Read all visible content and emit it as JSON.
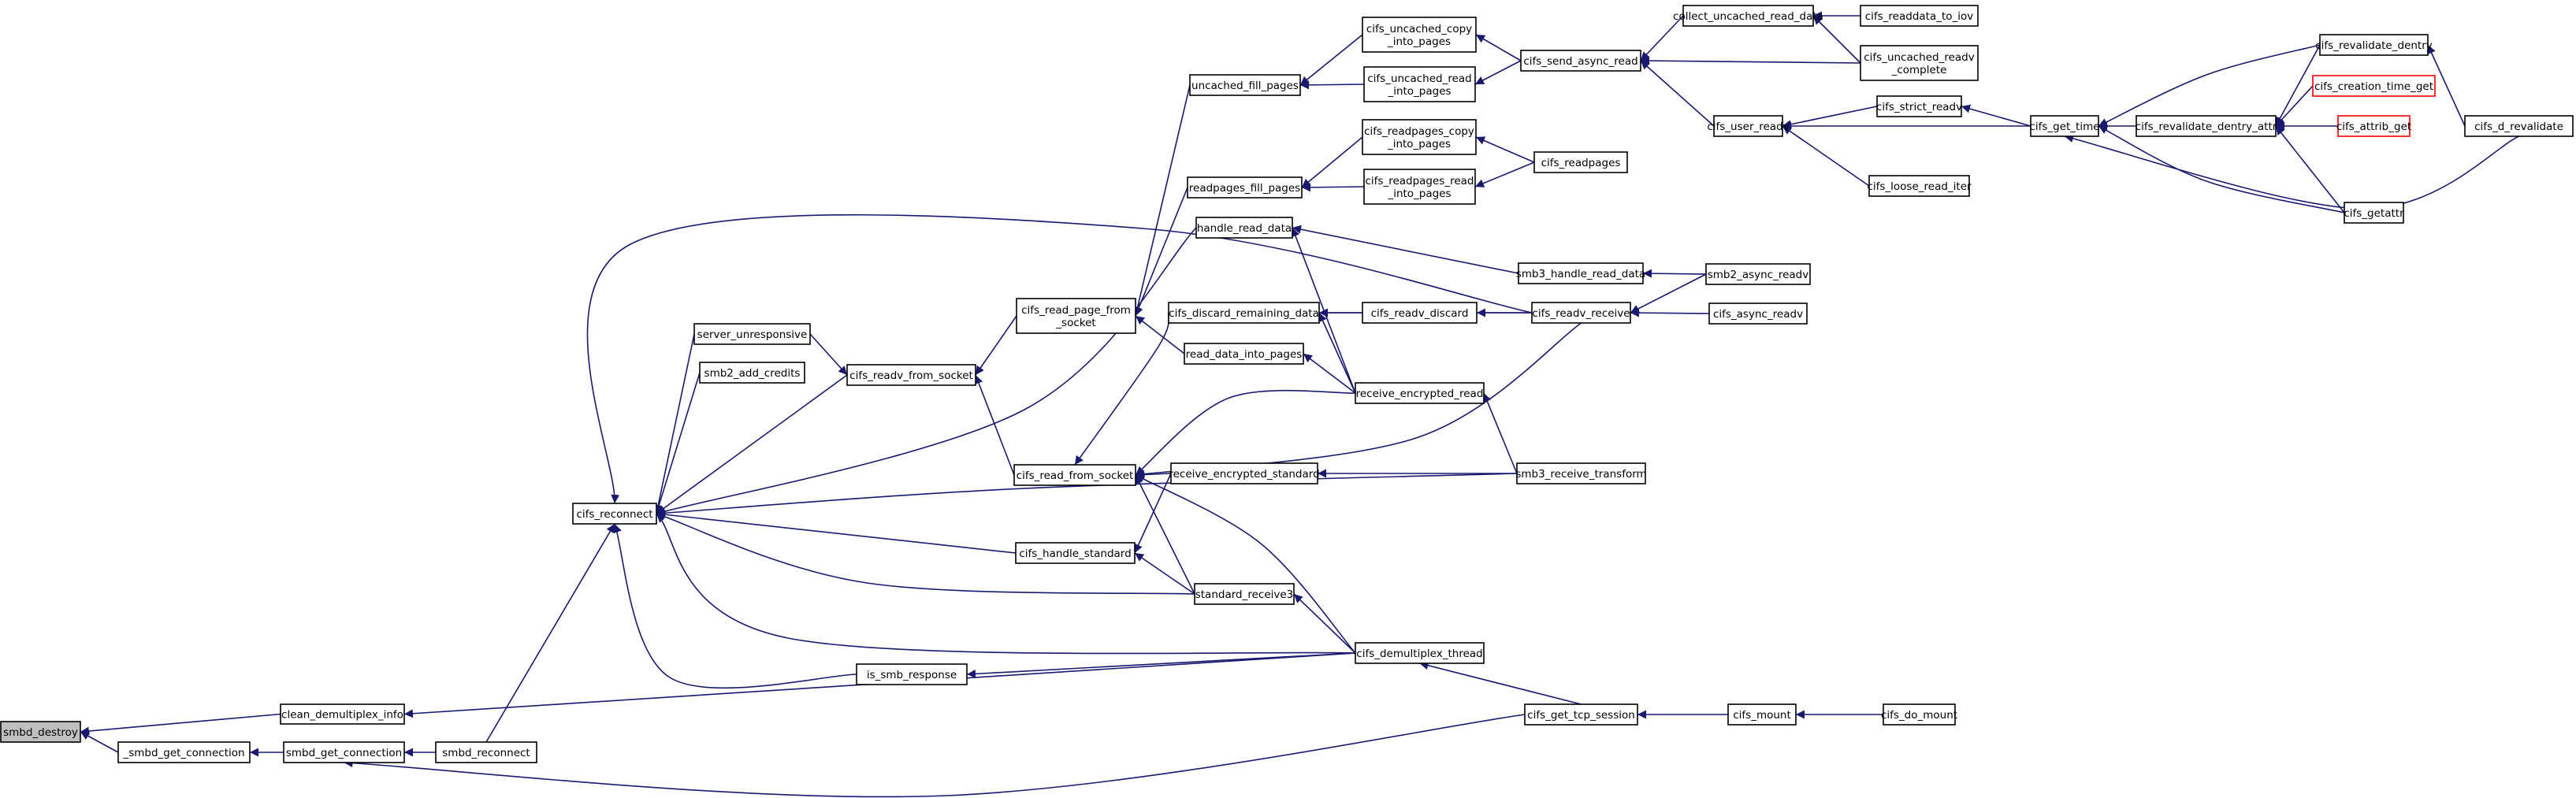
{
  "graph": {
    "nodes": [
      {
        "id": "smbd_destroy",
        "lines": [
          "smbd_destroy"
        ],
        "root": true
      },
      {
        "id": "clean_demultiplex_info",
        "lines": [
          "clean_demultiplex_info"
        ]
      },
      {
        "id": "_smbd_get_connection",
        "lines": [
          "_smbd_get_connection"
        ]
      },
      {
        "id": "smbd_get_connection",
        "lines": [
          "smbd_get_connection"
        ]
      },
      {
        "id": "smbd_reconnect",
        "lines": [
          "smbd_reconnect"
        ]
      },
      {
        "id": "cifs_reconnect",
        "lines": [
          "cifs_reconnect"
        ]
      },
      {
        "id": "server_unresponsive",
        "lines": [
          "server_unresponsive"
        ]
      },
      {
        "id": "smb2_add_credits",
        "lines": [
          "smb2_add_credits"
        ]
      },
      {
        "id": "cifs_readv_from_socket",
        "lines": [
          "cifs_readv_from_socket"
        ]
      },
      {
        "id": "is_smb_response",
        "lines": [
          "is_smb_response"
        ]
      },
      {
        "id": "cifs_read_page_from_socket",
        "lines": [
          "cifs_read_page_from",
          "_socket"
        ]
      },
      {
        "id": "cifs_read_from_socket",
        "lines": [
          "cifs_read_from_socket"
        ]
      },
      {
        "id": "cifs_handle_standard",
        "lines": [
          "cifs_handle_standard"
        ]
      },
      {
        "id": "uncached_fill_pages",
        "lines": [
          "uncached_fill_pages"
        ]
      },
      {
        "id": "readpages_fill_pages",
        "lines": [
          "readpages_fill_pages"
        ]
      },
      {
        "id": "handle_read_data",
        "lines": [
          "handle_read_data"
        ]
      },
      {
        "id": "cifs_discard_remaining_data",
        "lines": [
          "cifs_discard_remaining_data"
        ]
      },
      {
        "id": "read_data_into_pages",
        "lines": [
          "read_data_into_pages"
        ]
      },
      {
        "id": "receive_encrypted_standard",
        "lines": [
          "receive_encrypted_standard"
        ]
      },
      {
        "id": "standard_receive3",
        "lines": [
          "standard_receive3"
        ]
      },
      {
        "id": "cifs_uncached_copy_into_pages",
        "lines": [
          "cifs_uncached_copy",
          "_into_pages"
        ]
      },
      {
        "id": "cifs_uncached_read_into_pages",
        "lines": [
          "cifs_uncached_read",
          "_into_pages"
        ]
      },
      {
        "id": "cifs_readpages_copy_into_pages",
        "lines": [
          "cifs_readpages_copy",
          "_into_pages"
        ]
      },
      {
        "id": "cifs_readpages_read_into_pages",
        "lines": [
          "cifs_readpages_read",
          "_into_pages"
        ]
      },
      {
        "id": "cifs_readv_discard",
        "lines": [
          "cifs_readv_discard"
        ]
      },
      {
        "id": "receive_encrypted_read",
        "lines": [
          "receive_encrypted_read"
        ]
      },
      {
        "id": "cifs_demultiplex_thread",
        "lines": [
          "cifs_demultiplex_thread"
        ]
      },
      {
        "id": "cifs_send_async_read",
        "lines": [
          "cifs_send_async_read"
        ]
      },
      {
        "id": "cifs_readpages",
        "lines": [
          "cifs_readpages"
        ]
      },
      {
        "id": "smb3_handle_read_data",
        "lines": [
          "smb3_handle_read_data"
        ]
      },
      {
        "id": "cifs_readv_receive",
        "lines": [
          "cifs_readv_receive"
        ]
      },
      {
        "id": "smb3_receive_transform",
        "lines": [
          "smb3_receive_transform"
        ]
      },
      {
        "id": "cifs_get_tcp_session",
        "lines": [
          "cifs_get_tcp_session"
        ]
      },
      {
        "id": "collect_uncached_read_data",
        "lines": [
          "collect_uncached_read_data"
        ]
      },
      {
        "id": "cifs_uncached_readv_complete",
        "lines": [
          "cifs_uncached_readv",
          "_complete"
        ]
      },
      {
        "id": "cifs_user_readv",
        "lines": [
          "cifs_user_readv"
        ]
      },
      {
        "id": "cifs_loose_read_iter",
        "lines": [
          "cifs_loose_read_iter"
        ]
      },
      {
        "id": "smb2_async_readv",
        "lines": [
          "smb2_async_readv"
        ]
      },
      {
        "id": "cifs_async_readv",
        "lines": [
          "cifs_async_readv"
        ]
      },
      {
        "id": "cifs_mount",
        "lines": [
          "cifs_mount"
        ]
      },
      {
        "id": "cifs_readdata_to_iov",
        "lines": [
          "cifs_readdata_to_iov"
        ]
      },
      {
        "id": "cifs_strict_readv",
        "lines": [
          "cifs_strict_readv"
        ]
      },
      {
        "id": "cifs_do_mount",
        "lines": [
          "cifs_do_mount"
        ]
      },
      {
        "id": "cifs_get_time",
        "lines": [
          "cifs_get_time"
        ]
      },
      {
        "id": "cifs_revalidate_dentry_attr",
        "lines": [
          "cifs_revalidate_dentry_attr"
        ]
      },
      {
        "id": "cifs_revalidate_dentry",
        "lines": [
          "cifs_revalidate_dentry"
        ]
      },
      {
        "id": "cifs_creation_time_get",
        "lines": [
          "cifs_creation_time_get"
        ],
        "color": "#ff0000"
      },
      {
        "id": "cifs_attrib_get",
        "lines": [
          "cifs_attrib_get"
        ],
        "color": "#ff0000"
      },
      {
        "id": "cifs_getattr",
        "lines": [
          "cifs_getattr"
        ]
      },
      {
        "id": "cifs_d_revalidate",
        "lines": [
          "cifs_d_revalidate"
        ]
      }
    ],
    "edges": [
      [
        "clean_demultiplex_info",
        "smbd_destroy"
      ],
      [
        "_smbd_get_connection",
        "smbd_destroy"
      ],
      [
        "smbd_get_connection",
        "_smbd_get_connection"
      ],
      [
        "smbd_reconnect",
        "smbd_get_connection"
      ],
      [
        "cifs_get_tcp_session",
        "smbd_get_connection"
      ],
      [
        "cifs_demultiplex_thread",
        "clean_demultiplex_info"
      ],
      [
        "smbd_reconnect",
        "cifs_reconnect"
      ],
      [
        "server_unresponsive",
        "cifs_reconnect"
      ],
      [
        "smb2_add_credits",
        "cifs_reconnect"
      ],
      [
        "cifs_readv_from_socket",
        "cifs_reconnect"
      ],
      [
        "handle_read_data",
        "cifs_reconnect"
      ],
      [
        "cifs_readv_receive",
        "cifs_reconnect"
      ],
      [
        "smb3_receive_transform",
        "cifs_reconnect"
      ],
      [
        "cifs_handle_standard",
        "cifs_reconnect"
      ],
      [
        "standard_receive3",
        "cifs_reconnect"
      ],
      [
        "cifs_demultiplex_thread",
        "cifs_reconnect"
      ],
      [
        "is_smb_response",
        "cifs_reconnect"
      ],
      [
        "server_unresponsive",
        "cifs_readv_from_socket"
      ],
      [
        "cifs_read_page_from_socket",
        "cifs_readv_from_socket"
      ],
      [
        "cifs_read_from_socket",
        "cifs_readv_from_socket"
      ],
      [
        "cifs_demultiplex_thread",
        "is_smb_response"
      ],
      [
        "uncached_fill_pages",
        "cifs_read_page_from_socket"
      ],
      [
        "readpages_fill_pages",
        "cifs_read_page_from_socket"
      ],
      [
        "read_data_into_pages",
        "cifs_read_page_from_socket"
      ],
      [
        "cifs_discard_remaining_data",
        "cifs_read_from_socket"
      ],
      [
        "receive_encrypted_standard",
        "cifs_read_from_socket"
      ],
      [
        "cifs_readv_receive",
        "cifs_read_from_socket"
      ],
      [
        "receive_encrypted_read",
        "cifs_read_from_socket"
      ],
      [
        "standard_receive3",
        "cifs_read_from_socket"
      ],
      [
        "cifs_demultiplex_thread",
        "cifs_read_from_socket"
      ],
      [
        "receive_encrypted_standard",
        "cifs_handle_standard"
      ],
      [
        "standard_receive3",
        "cifs_handle_standard"
      ],
      [
        "cifs_uncached_copy_into_pages",
        "uncached_fill_pages"
      ],
      [
        "cifs_uncached_read_into_pages",
        "uncached_fill_pages"
      ],
      [
        "cifs_readpages_copy_into_pages",
        "readpages_fill_pages"
      ],
      [
        "cifs_readpages_read_into_pages",
        "readpages_fill_pages"
      ],
      [
        "smb3_handle_read_data",
        "handle_read_data"
      ],
      [
        "receive_encrypted_read",
        "handle_read_data"
      ],
      [
        "cifs_readv_discard",
        "cifs_discard_remaining_data"
      ],
      [
        "cifs_readv_receive",
        "cifs_discard_remaining_data"
      ],
      [
        "receive_encrypted_read",
        "cifs_discard_remaining_data"
      ],
      [
        "receive_encrypted_read",
        "read_data_into_pages"
      ],
      [
        "smb3_receive_transform",
        "receive_encrypted_standard"
      ],
      [
        "cifs_demultiplex_thread",
        "standard_receive3"
      ],
      [
        "cifs_send_async_read",
        "cifs_uncached_copy_into_pages"
      ],
      [
        "cifs_send_async_read",
        "cifs_uncached_read_into_pages"
      ],
      [
        "cifs_readpages",
        "cifs_readpages_copy_into_pages"
      ],
      [
        "cifs_readpages",
        "cifs_readpages_read_into_pages"
      ],
      [
        "cifs_readv_receive",
        "cifs_readv_discard"
      ],
      [
        "smb3_receive_transform",
        "receive_encrypted_read"
      ],
      [
        "cifs_get_tcp_session",
        "cifs_demultiplex_thread"
      ],
      [
        "collect_uncached_read_data",
        "cifs_send_async_read"
      ],
      [
        "cifs_uncached_readv_complete",
        "cifs_send_async_read"
      ],
      [
        "cifs_user_readv",
        "cifs_send_async_read"
      ],
      [
        "smb2_async_readv",
        "smb3_handle_read_data"
      ],
      [
        "smb2_async_readv",
        "cifs_readv_receive"
      ],
      [
        "cifs_async_readv",
        "cifs_readv_receive"
      ],
      [
        "cifs_mount",
        "cifs_get_tcp_session"
      ],
      [
        "cifs_readdata_to_iov",
        "collect_uncached_read_data"
      ],
      [
        "cifs_uncached_readv_complete",
        "collect_uncached_read_data"
      ],
      [
        "cifs_strict_readv",
        "cifs_user_readv"
      ],
      [
        "cifs_loose_read_iter",
        "cifs_user_readv"
      ],
      [
        "cifs_get_time",
        "cifs_user_readv"
      ],
      [
        "cifs_do_mount",
        "cifs_mount"
      ],
      [
        "cifs_get_time",
        "cifs_strict_readv"
      ],
      [
        "cifs_revalidate_dentry_attr",
        "cifs_get_time"
      ],
      [
        "cifs_revalidate_dentry",
        "cifs_get_time"
      ],
      [
        "cifs_getattr",
        "cifs_get_time"
      ],
      [
        "cifs_d_revalidate",
        "cifs_get_time"
      ],
      [
        "cifs_revalidate_dentry",
        "cifs_revalidate_dentry_attr"
      ],
      [
        "cifs_creation_time_get",
        "cifs_revalidate_dentry_attr"
      ],
      [
        "cifs_attrib_get",
        "cifs_revalidate_dentry_attr"
      ],
      [
        "cifs_getattr",
        "cifs_revalidate_dentry_attr"
      ],
      [
        "cifs_d_revalidate",
        "cifs_revalidate_dentry"
      ]
    ]
  }
}
